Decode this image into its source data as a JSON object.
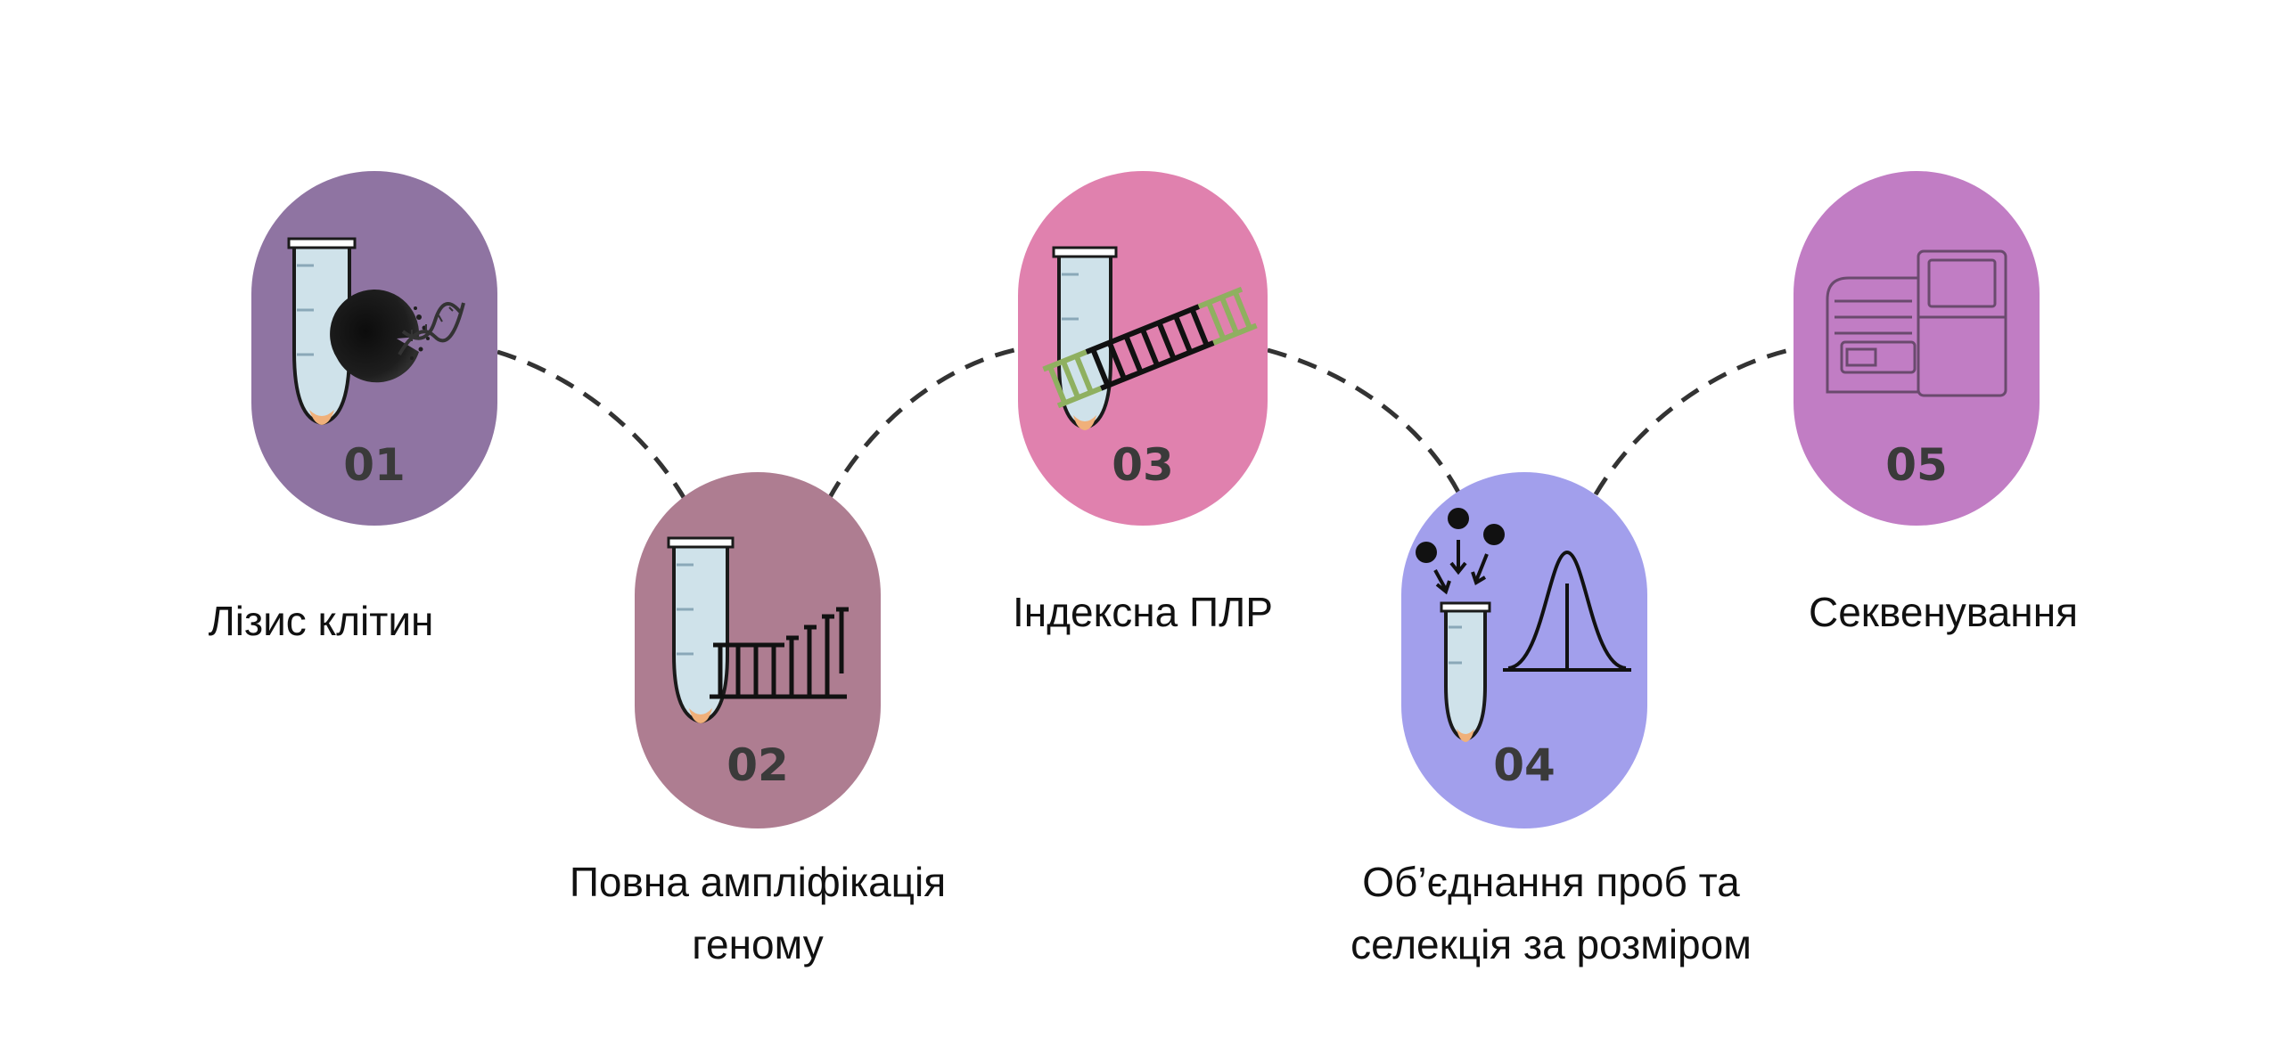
{
  "steps": [
    {
      "number": "01",
      "label": [
        "Лізис клітин"
      ],
      "color": "#8f74a2",
      "icon": "tube-cell-dna-icon"
    },
    {
      "number": "02",
      "label": [
        "Повна ампліфікація",
        "геному"
      ],
      "color": "#ae7d91",
      "icon": "tube-amplification-icon"
    },
    {
      "number": "03",
      "label": [
        "Індексна ПЛР"
      ],
      "color": "#e081ae",
      "icon": "tube-index-pcr-icon"
    },
    {
      "number": "04",
      "label": [
        "Об’єднання проб та",
        "селекція за розміром"
      ],
      "color": "#a29fec",
      "icon": "tube-pooling-size-selection-icon"
    },
    {
      "number": "05",
      "label": [
        "Секвенування"
      ],
      "color": "#c17dc4",
      "icon": "sequencer-icon"
    }
  ],
  "colors": {
    "tube_fill": "#cfe2ea",
    "tube_tip": "#f0b07a",
    "dna_green": "#8fb060",
    "connector": "#333333"
  }
}
